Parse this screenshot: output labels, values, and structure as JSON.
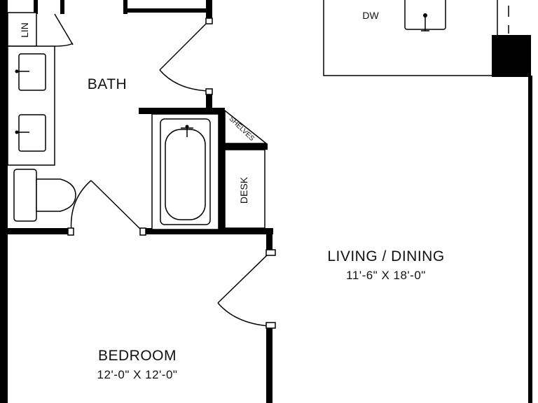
{
  "rooms": {
    "bath": {
      "name": "BATH"
    },
    "living": {
      "name": "LIVING / DINING",
      "dimensions": "11'-6\" X 18'-0\""
    },
    "bedroom": {
      "name": "BEDROOM",
      "dimensions": "12'-0\" X 12'-0\""
    }
  },
  "fixtures": {
    "linen": "LIN",
    "shelves": "SHELVES",
    "desk": "DESK",
    "dishwasher": "DW"
  },
  "colors": {
    "wall": "#000000",
    "background": "#ffffff"
  }
}
